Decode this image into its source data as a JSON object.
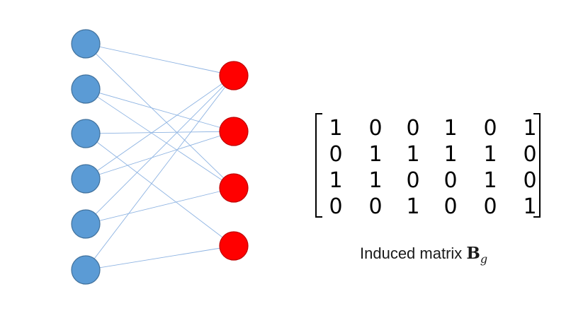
{
  "graph": {
    "left_nodes": [
      {
        "id": "L1"
      },
      {
        "id": "L2"
      },
      {
        "id": "L3"
      },
      {
        "id": "L4"
      },
      {
        "id": "L5"
      },
      {
        "id": "L6"
      }
    ],
    "right_nodes": [
      {
        "id": "R1"
      },
      {
        "id": "R2"
      },
      {
        "id": "R3"
      },
      {
        "id": "R4"
      }
    ],
    "edges": [
      [
        "L1",
        "R1"
      ],
      [
        "L1",
        "R3"
      ],
      [
        "L2",
        "R2"
      ],
      [
        "L2",
        "R3"
      ],
      [
        "L3",
        "R2"
      ],
      [
        "L3",
        "R4"
      ],
      [
        "L4",
        "R1"
      ],
      [
        "L4",
        "R2"
      ],
      [
        "L5",
        "R1"
      ],
      [
        "L5",
        "R3"
      ],
      [
        "L6",
        "R1"
      ],
      [
        "L6",
        "R4"
      ]
    ],
    "colors": {
      "left_fill": "#5b9bd5",
      "left_stroke": "#41719c",
      "right_fill": "#ff0000",
      "right_stroke": "#c00000",
      "edge": "#8db3e2"
    }
  },
  "matrix": {
    "rows": [
      [
        "1",
        "0",
        "0",
        "1",
        "0",
        "1"
      ],
      [
        "0",
        "1",
        "1",
        "1",
        "1",
        "0"
      ],
      [
        "1",
        "1",
        "0",
        "0",
        "1",
        "0"
      ],
      [
        "0",
        "0",
        "1",
        "0",
        "0",
        "1"
      ]
    ]
  },
  "caption": {
    "text": "Induced matrix ",
    "symbol": "B",
    "subscript": "g"
  }
}
